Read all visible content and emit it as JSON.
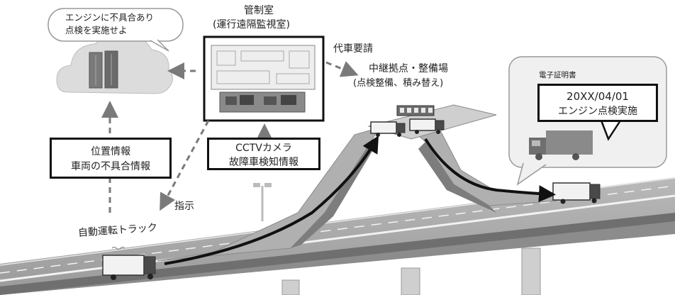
{
  "speech_bubble": {
    "line1": "エンジンに不具合あり",
    "line2": "点検を実施せよ"
  },
  "control_room": {
    "title": "管制室",
    "subtitle": "(運行遠隔監視室)"
  },
  "substitute_request": "代車要請",
  "relay_base": {
    "title": "中継拠点・整備場",
    "subtitle": "(点検整備、積み替え)"
  },
  "certificate": {
    "heading": "電子証明書",
    "date": "20XX/04/01",
    "message": "エンジン点検実施"
  },
  "position_box": {
    "line1": "位置情報",
    "line2": "車両の不具合情報"
  },
  "cctv_box": {
    "line1": "CCTVカメラ",
    "line2": "故障車検知情報"
  },
  "instruction": "指示",
  "autonomous_truck": "自動運転トラック"
}
